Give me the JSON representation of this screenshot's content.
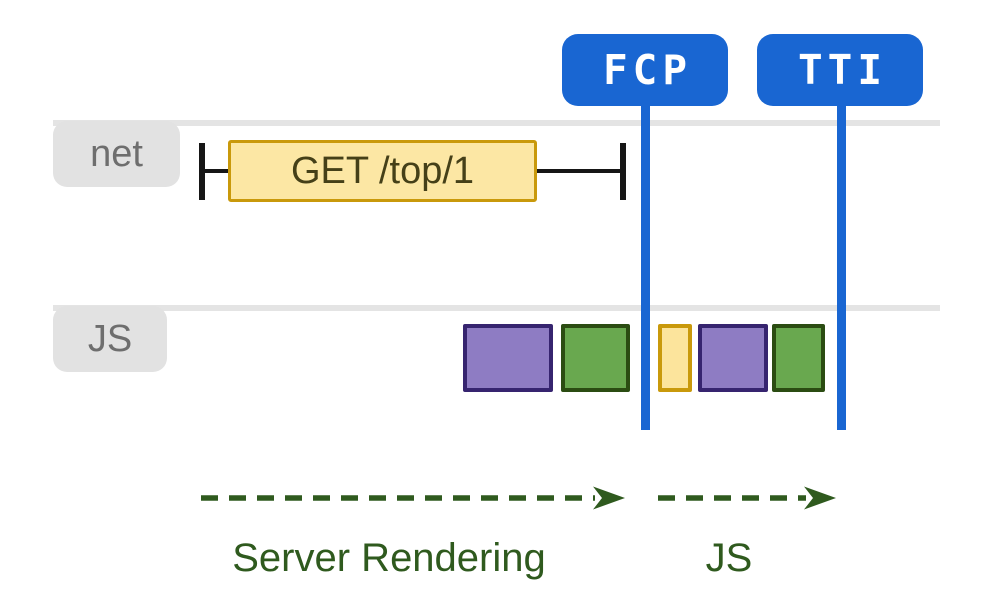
{
  "markers": [
    {
      "id": "fcp",
      "label": "FCP"
    },
    {
      "id": "tti",
      "label": "TTI"
    }
  ],
  "lanes": [
    {
      "id": "net",
      "label": "net"
    },
    {
      "id": "js",
      "label": "JS"
    }
  ],
  "network": {
    "request_label": "GET /top/1"
  },
  "js_blocks": [
    {
      "name": "js-task-purple-1",
      "fill": "#8e7cc3",
      "border": "#36246f"
    },
    {
      "name": "js-task-green-1",
      "fill": "#69a84f",
      "border": "#2b4c12"
    },
    {
      "name": "js-task-yellow-1",
      "fill": "#fce49c",
      "border": "#c9990b"
    },
    {
      "name": "js-task-purple-2",
      "fill": "#8e7cc3",
      "border": "#36246f"
    },
    {
      "name": "js-task-green-2",
      "fill": "#69a84f",
      "border": "#2b4c12"
    }
  ],
  "phases": [
    {
      "id": "server-rendering",
      "label": "Server Rendering"
    },
    {
      "id": "js",
      "label": "JS"
    }
  ],
  "colors": {
    "marker_blue": "#1966d2",
    "lane_line": "#e4e4e4",
    "lane_label_bg": "#e2e2e2",
    "lane_label_text": "#6e6e6e",
    "request_fill": "#fce7a4",
    "request_border": "#c9990b",
    "request_text": "#454018",
    "whisker_black": "#161616",
    "phase_green": "#2f5a1e"
  }
}
